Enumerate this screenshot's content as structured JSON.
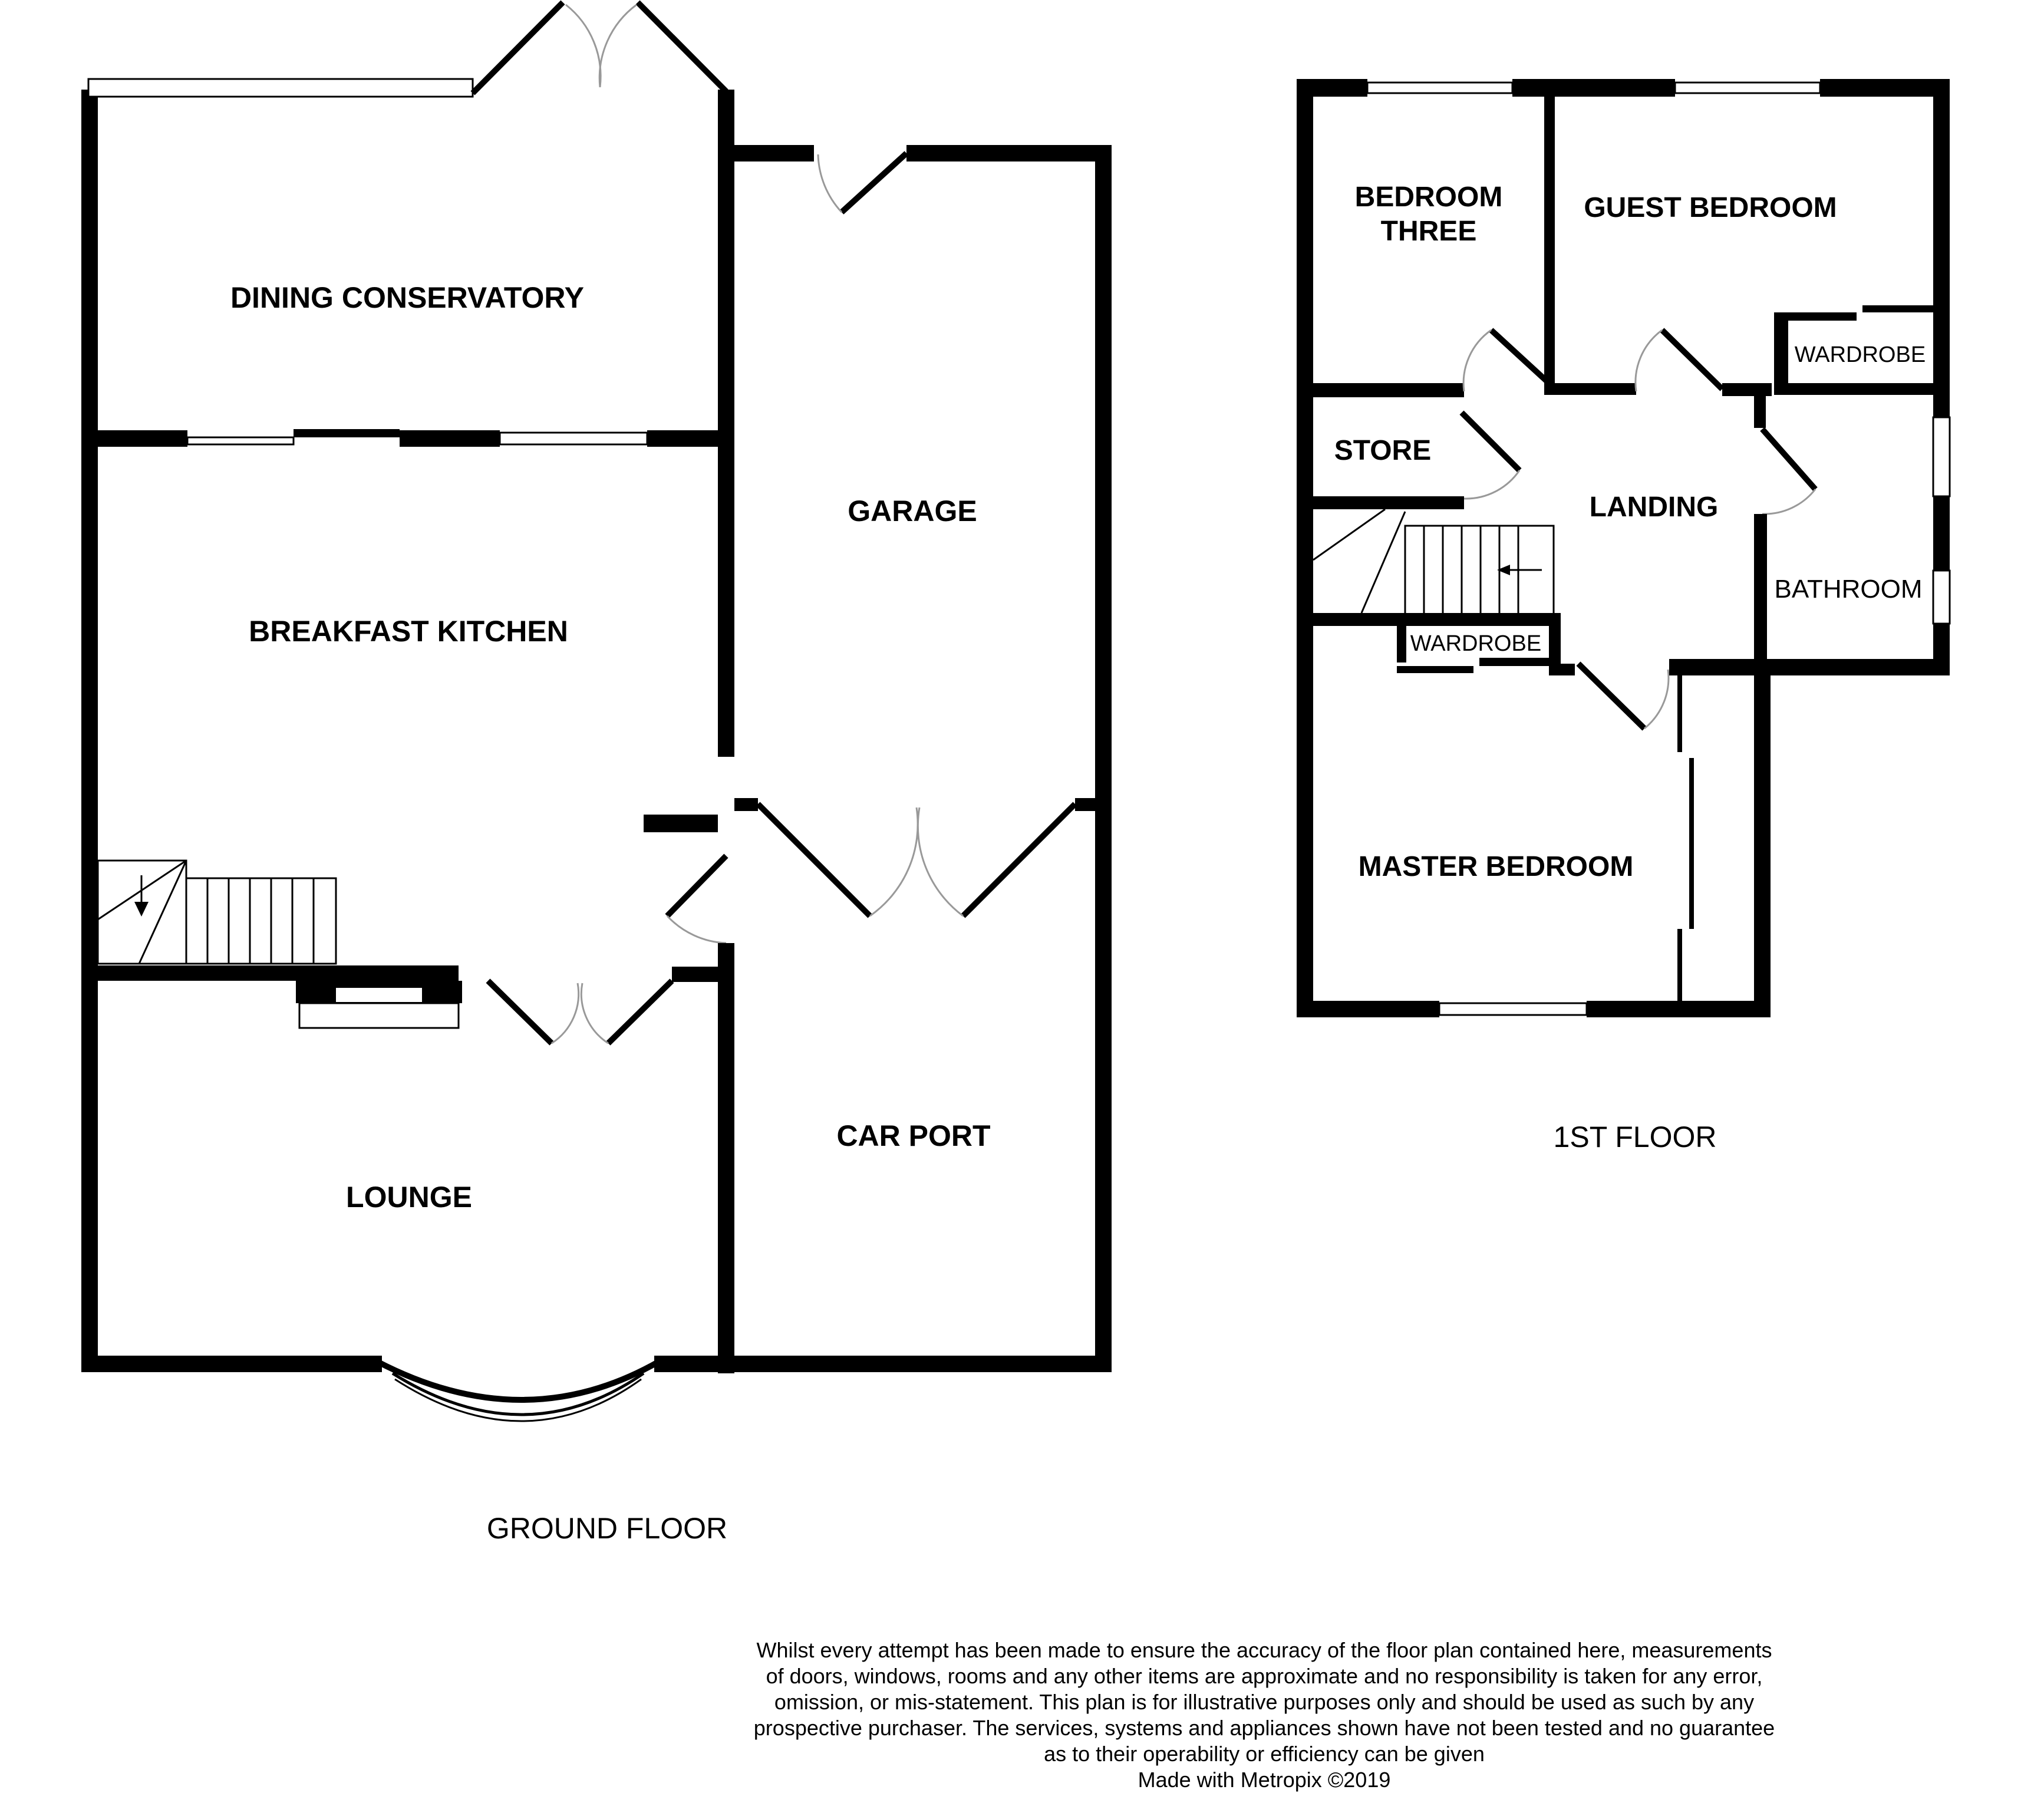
{
  "ground_floor": {
    "label": "GROUND FLOOR",
    "rooms": {
      "dining_conservatory": "DINING CONSERVATORY",
      "breakfast_kitchen": "BREAKFAST KITCHEN",
      "lounge": "LOUNGE",
      "garage": "GARAGE",
      "car_port": "CAR PORT"
    }
  },
  "first_floor": {
    "label": "1ST FLOOR",
    "rooms": {
      "bedroom_three_line1": "BEDROOM",
      "bedroom_three_line2": "THREE",
      "guest_bedroom": "GUEST BEDROOM",
      "wardrobe_guest": "WARDROBE",
      "store": "STORE",
      "landing": "LANDING",
      "bathroom": "BATHROOM",
      "wardrobe_landing": "WARDROBE",
      "master_bedroom": "MASTER BEDROOM"
    }
  },
  "disclaimer": {
    "lines": [
      "Whilst every attempt has been made to ensure the accuracy of the floor plan contained here, measurements",
      "of doors, windows, rooms and any other items are approximate and no responsibility is taken for any error,",
      "omission, or mis-statement. This plan is for illustrative purposes only and should be used as such by any",
      "prospective purchaser. The services, systems and appliances shown have not been tested and no guarantee",
      "as to their operability or efficiency can be given"
    ],
    "credit": "Made with Metropix ©2019"
  }
}
